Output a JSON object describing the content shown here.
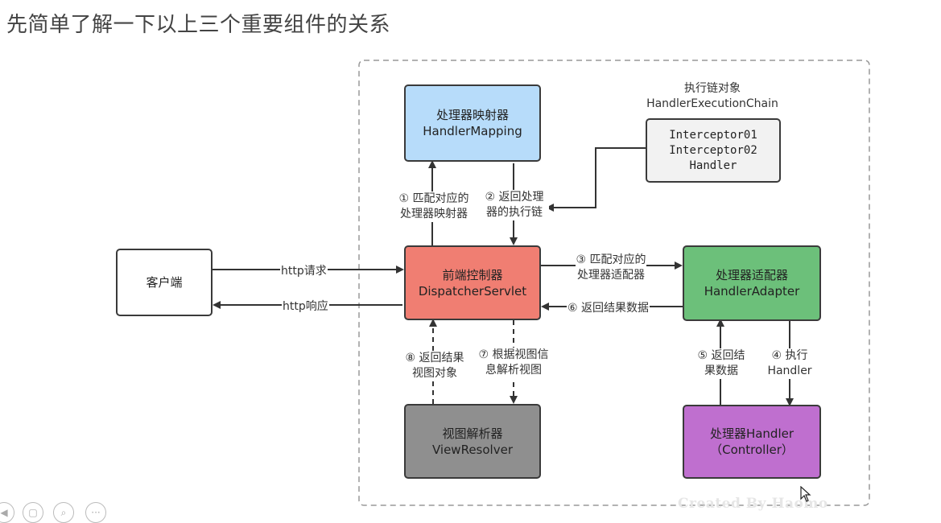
{
  "title": "先简单了解一下以上三个重要组件的关系",
  "nodes": {
    "handler_mapping": {
      "line1": "处理器映射器",
      "line2": "HandlerMapping",
      "color": "#b7dcfa"
    },
    "chain_label": {
      "line1": "执行链对象",
      "line2": "HandlerExecutionChain"
    },
    "chain": {
      "line1": "Interceptor01",
      "line2": "Interceptor02",
      "line3": "Handler",
      "color": "#f2f2f2"
    },
    "client": {
      "label": "客户端",
      "color": "#ffffff"
    },
    "dispatcher": {
      "line1": "前端控制器",
      "line2": "DispatcherServlet",
      "color": "#f07e72"
    },
    "handler_adapter": {
      "line1": "处理器适配器",
      "line2": "HandlerAdapter",
      "color": "#6cc07a"
    },
    "view_resolver": {
      "line1": "视图解析器",
      "line2": "ViewResolver",
      "color": "#8f8f8f"
    },
    "handler": {
      "line1": "处理器Handler",
      "line2": "（Controller）",
      "color": "#bf6fcf"
    }
  },
  "edges": {
    "e1": {
      "line1": "① 匹配对应的",
      "line2": "处理器映射器"
    },
    "e2": {
      "line1": "② 返回处理",
      "line2": "器的执行链"
    },
    "e3": {
      "line1": "③ 匹配对应的",
      "line2": "处理器适配器"
    },
    "e4": {
      "line1": "④ 执行",
      "line2": "Handler"
    },
    "e5": {
      "line1": "⑤ 返回结",
      "line2": "果数据"
    },
    "e6": {
      "label": "⑥ 返回结果数据"
    },
    "e7": {
      "line1": "⑦ 根据视图信",
      "line2": "息解析视图"
    },
    "e8": {
      "line1": "⑧ 返回结果",
      "line2": "视图对象"
    },
    "request": {
      "label": "http请求"
    },
    "response": {
      "label": "http响应"
    }
  },
  "watermark": "Created By Haomo",
  "footer_icons": [
    "back-icon",
    "copy-icon",
    "search-icon",
    "more-icon"
  ]
}
